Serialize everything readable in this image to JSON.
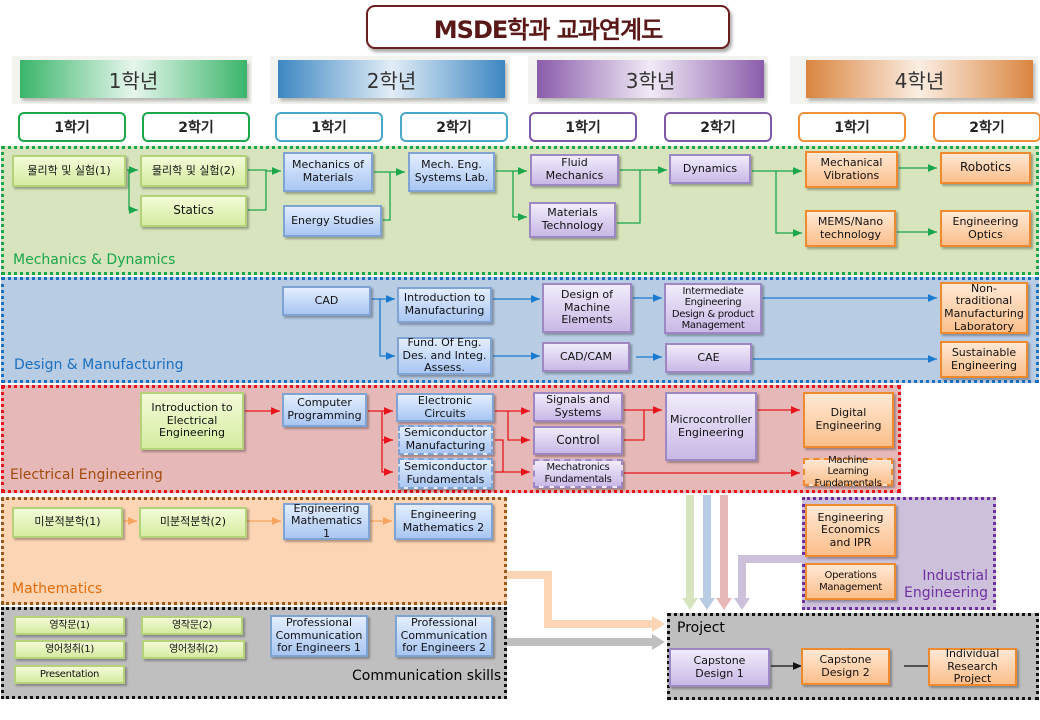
{
  "title": "MSDE학과 교과연계도",
  "years": [
    {
      "label": "1학년",
      "semesters": [
        "1학기",
        "2학기"
      ]
    },
    {
      "label": "2학년",
      "semesters": [
        "1학기",
        "2학기"
      ]
    },
    {
      "label": "3학년",
      "semesters": [
        "1학기",
        "2학기"
      ]
    },
    {
      "label": "4학년",
      "semesters": [
        "1학기",
        "2학기"
      ]
    }
  ],
  "sections": {
    "mechanics": {
      "label": "Mechanics & Dynamics",
      "color": "#1aa64a",
      "courses": {
        "physics1": "물리학 및 실험(1)",
        "physics2": "물리학 및 실험(2)",
        "statics": "Statics",
        "mechanics_materials": "Mechanics of Materials",
        "energy_studies": "Energy Studies",
        "mech_eng_lab": "Mech. Eng. Systems Lab.",
        "fluid_mechanics": "Fluid Mechanics",
        "materials_tech": "Materials Technology",
        "dynamics": "Dynamics",
        "mech_vibrations": "Mechanical Vibrations",
        "mems_nano": "MEMS/Nano technology",
        "robotics": "Robotics",
        "eng_optics": "Engineering Optics"
      }
    },
    "design": {
      "label": "Design & Manufacturing",
      "color": "#1a6fbf",
      "courses": {
        "cad": "CAD",
        "intro_manufacturing": "Introduction to Manufacturing",
        "fund_eng_des": "Fund. Of Eng. Des. and Integ. Assess.",
        "design_machine": "Design of Machine Elements",
        "cad_cam": "CAD/CAM",
        "intermediate_eng": "Intermediate Engineering Design & product Management",
        "cae": "CAE",
        "nontraditional": "Non-traditional Manufacturing Laboratory",
        "sustainable": "Sustainable Engineering"
      }
    },
    "electrical": {
      "label": "Electrical Engineering",
      "color": "#a14a0e",
      "courses": {
        "intro_ee": "Introduction to Electrical Engineering",
        "comp_prog": "Computer Programming",
        "electronic_circuits": "Electronic Circuits",
        "semi_manufacturing": "Semiconductor Manufacturing",
        "semi_fundamentals": "Semiconductor Fundamentals",
        "signals_systems": "Signals and Systems",
        "control": "Control",
        "mechatronics": "Mechatronics Fundamentals",
        "microcontroller": "Microcontroller Engineering",
        "digital_eng": "Digital Engineering",
        "machine_learning": "Machine Learning Fundamentals"
      }
    },
    "mathematics": {
      "label": "Mathematics",
      "color": "#e36c0a",
      "courses": {
        "calculus1": "미분적분학(1)",
        "calculus2": "미분적분학(2)",
        "eng_math1": "Engineering Mathematics 1",
        "eng_math2": "Engineering Mathematics 2"
      }
    },
    "communication": {
      "label": "Communication skills",
      "color": "#000000",
      "courses": {
        "writing1": "영작문(1)",
        "writing2": "영작문(2)",
        "listening1": "영어청취(1)",
        "listening2": "영어청취(2)",
        "presentation": "Presentation",
        "prof_comm1": "Professional Communication for Engineers 1",
        "prof_comm2": "Professional Communication for Engineers 2"
      }
    },
    "industrial": {
      "label": "Industrial Engineering",
      "color": "#7030a0",
      "courses": {
        "eng_economics": "Engineering Economics and IPR",
        "operations": "Operations Management"
      }
    },
    "project": {
      "label": "Project",
      "color": "#000000",
      "courses": {
        "capstone1": "Capstone Design 1",
        "capstone2": "Capstone Design 2",
        "individual_research": "Individual Research Project"
      }
    }
  }
}
